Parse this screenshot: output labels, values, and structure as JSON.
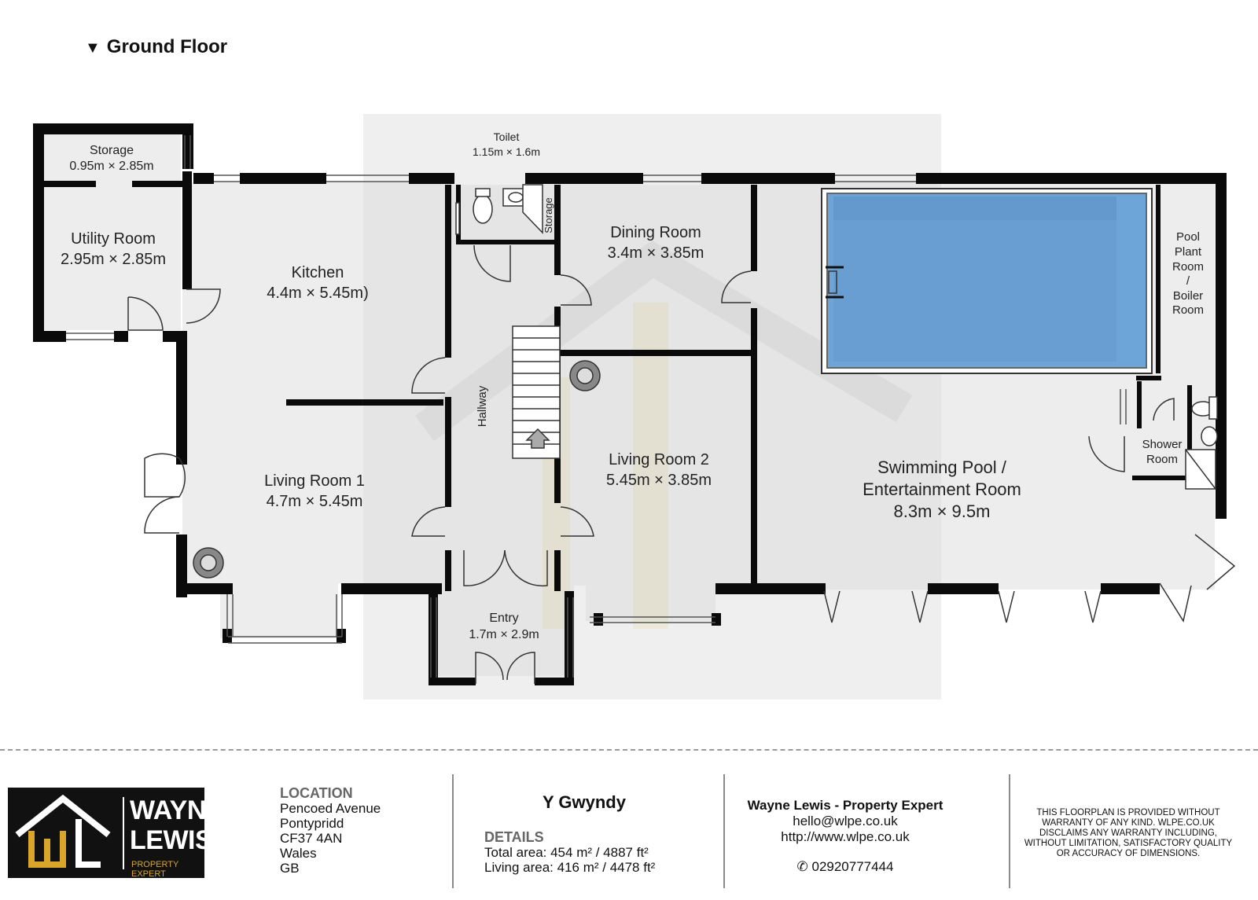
{
  "floor": {
    "title": "Ground Floor",
    "marker": "▼"
  },
  "rooms": {
    "storage_top": {
      "name": "Storage",
      "dims": "0.95m × 2.85m"
    },
    "utility": {
      "name": "Utility Room",
      "dims": "2.95m × 2.85m"
    },
    "kitchen": {
      "name": "Kitchen",
      "dims": "4.4m × 5.45m)"
    },
    "living1": {
      "name": "Living Room 1",
      "dims": "4.7m × 5.45m"
    },
    "toilet": {
      "name": "Toilet",
      "dims": "1.15m × 1.6m"
    },
    "storage_small": {
      "name": "Storage"
    },
    "hallway": {
      "name": "Hallway"
    },
    "dining": {
      "name": "Dining Room",
      "dims": "3.4m × 3.85m"
    },
    "living2": {
      "name": "Living Room 2",
      "dims": "5.45m × 3.85m"
    },
    "entry": {
      "name": "Entry",
      "dims": "1.7m × 2.9m"
    },
    "pool": {
      "name_line1": "Swimming Pool /",
      "name_line2": "Entertainment Room",
      "dims": "8.3m × 9.5m"
    },
    "plant": {
      "lines": [
        "Pool",
        "Plant",
        "Room",
        "/",
        "Boiler",
        "Room"
      ]
    },
    "shower": {
      "line1": "Shower",
      "line2": "Room"
    }
  },
  "colors": {
    "wall": "#0a0a0a",
    "floor": "#ededed",
    "pool": "#6ea5d9",
    "watermark": "#d4d4d4",
    "accent": "#d9a629"
  },
  "footer": {
    "logo": {
      "line1": "WAYNE",
      "line2": "LEWIS",
      "tag": "PROPERTY EXPERT"
    },
    "location": {
      "heading": "LOCATION",
      "lines": [
        "Pencoed Avenue",
        "Pontypridd",
        "CF37 4AN",
        "Wales",
        "GB"
      ]
    },
    "property_name": "Y Gwyndy",
    "details": {
      "heading": "DETAILS",
      "total": "Total area: 454 m² / 4887 ft²",
      "living": "Living area: 416 m² / 4478 ft²"
    },
    "contact": {
      "name": "Wayne Lewis - Property Expert",
      "email": "hello@wlpe.co.uk",
      "web": "http://www.wlpe.co.uk",
      "phone": "02920777444"
    },
    "disclaimer": "THIS FLOORPLAN IS PROVIDED WITHOUT WARRANTY OF ANY KIND. WLPE.CO.UK DISCLAIMS ANY WARRANTY INCLUDING, WITHOUT LIMITATION, SATISFACTORY QUALITY OR ACCURACY OF DIMENSIONS."
  }
}
